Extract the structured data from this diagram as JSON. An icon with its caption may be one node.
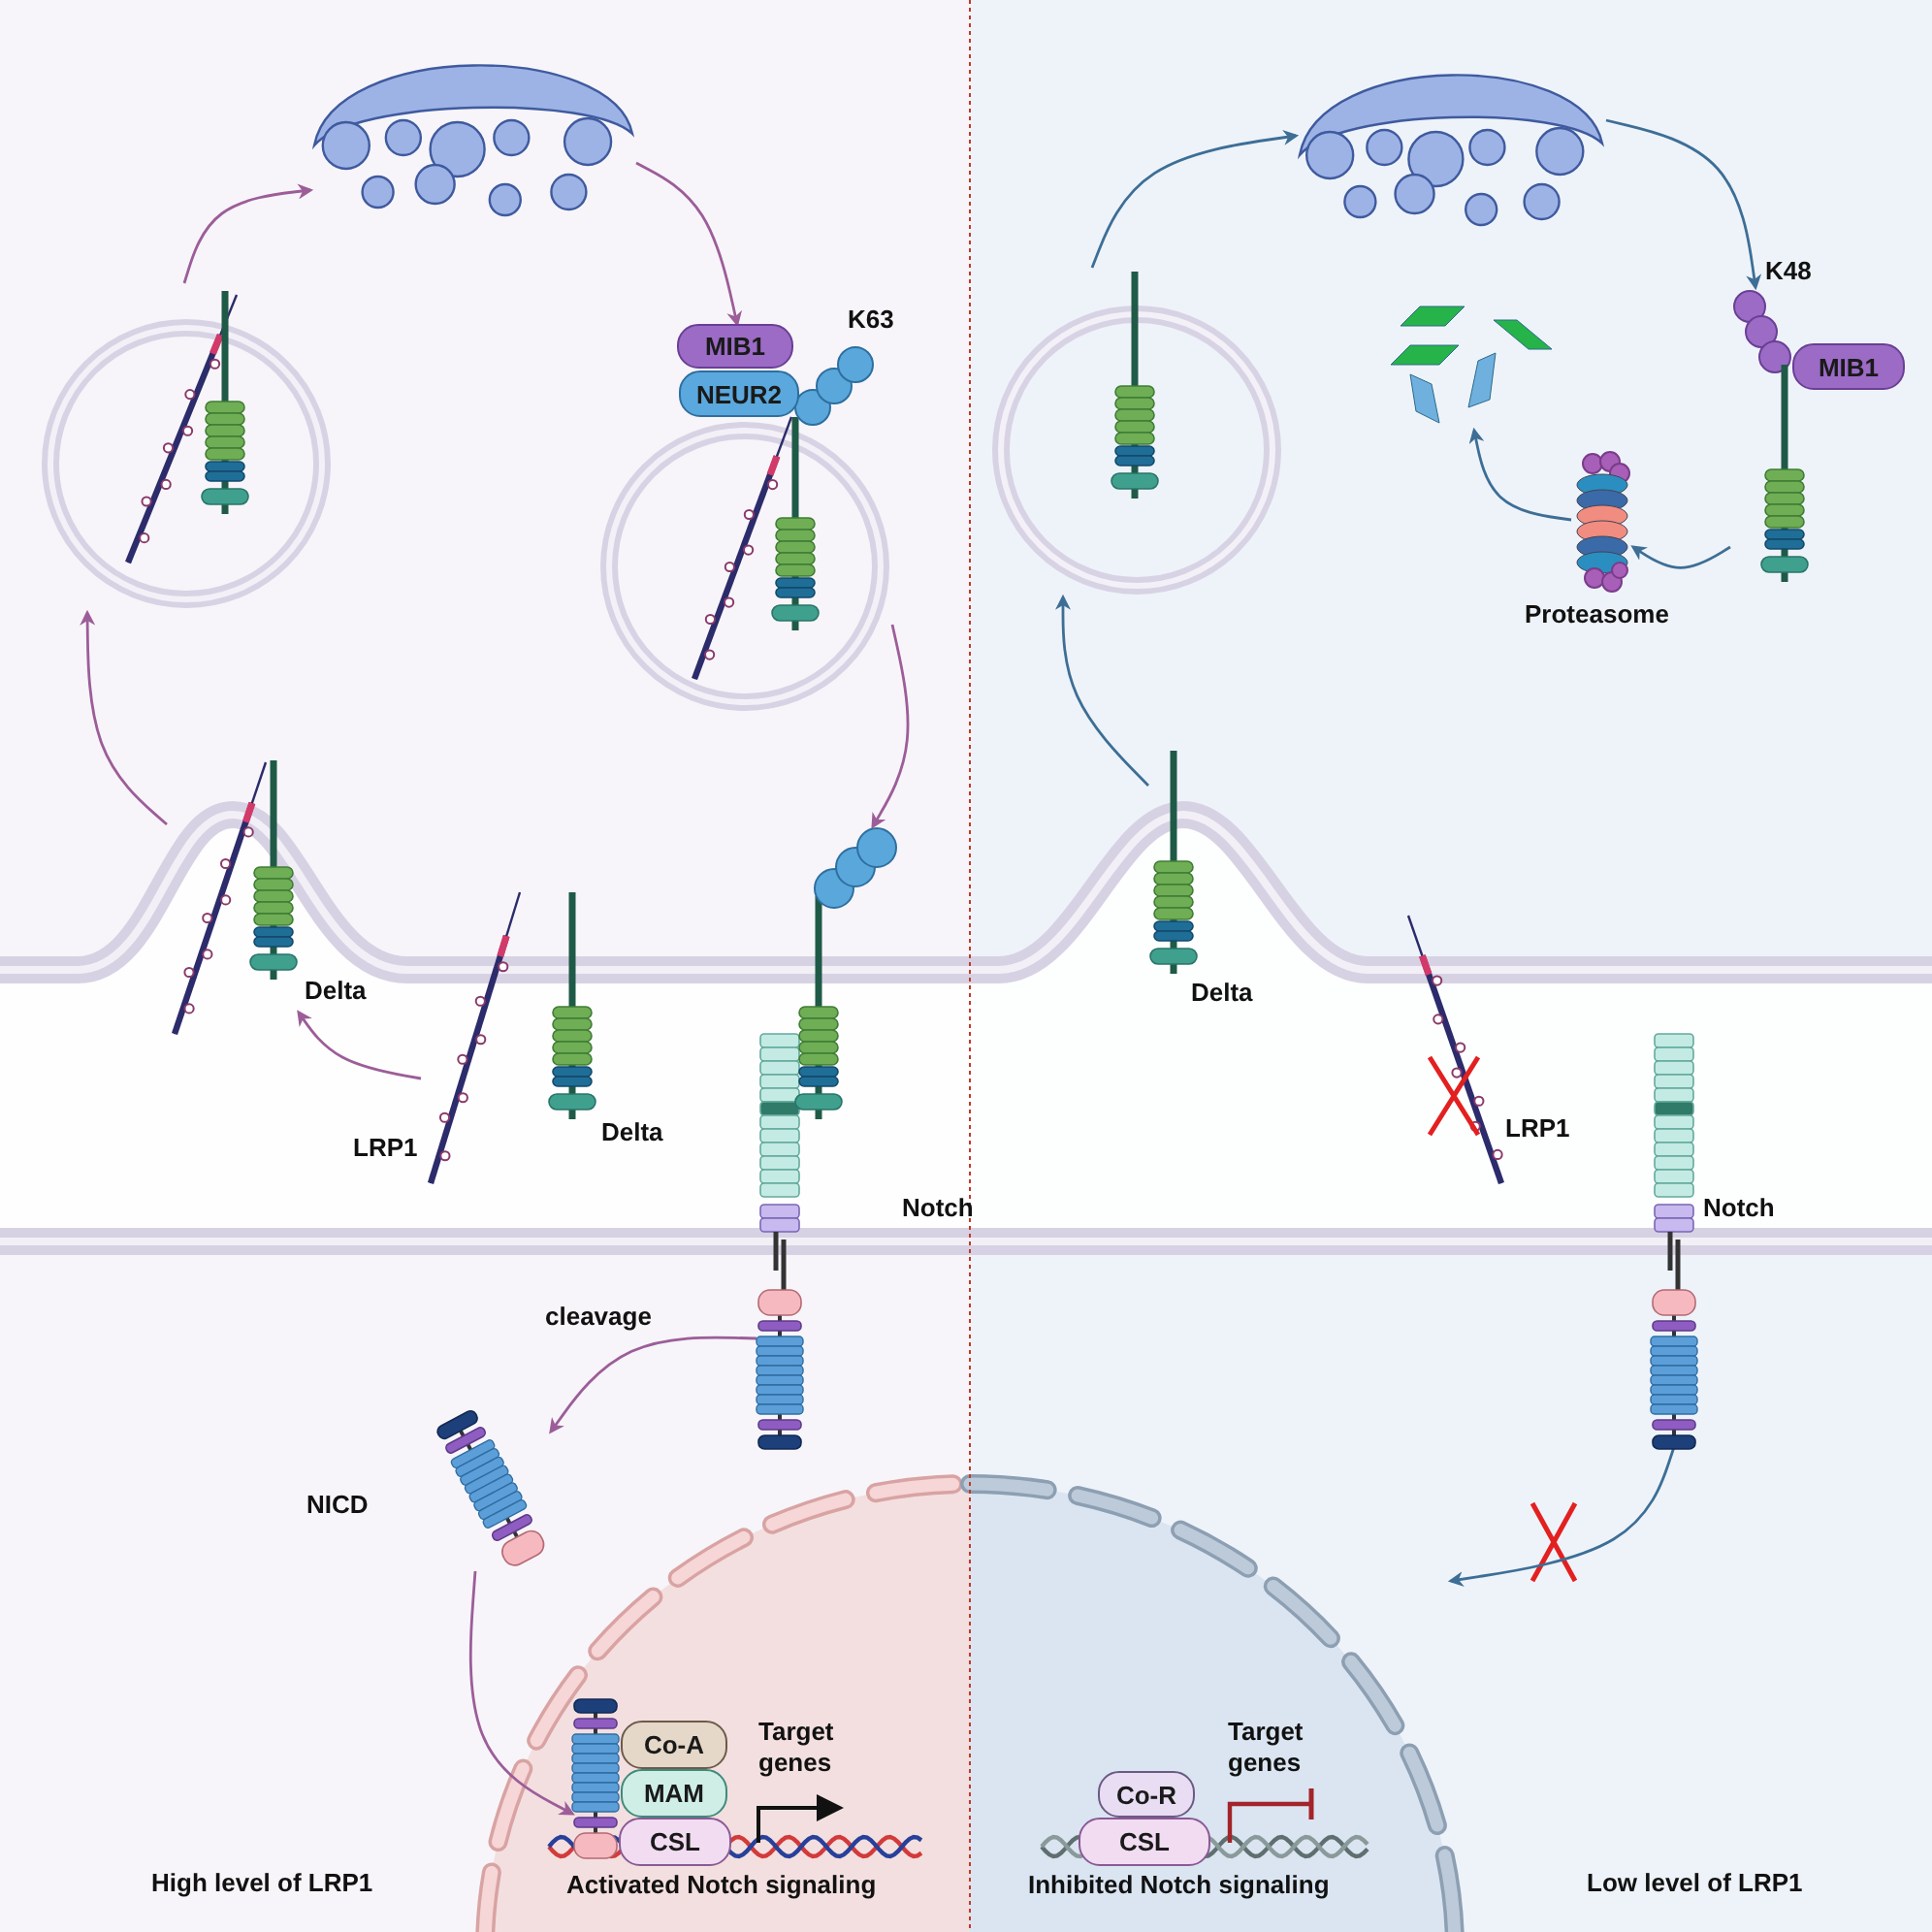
{
  "diagram": {
    "nodes": [
      {
        "text": [],
        "shape": "picture"
      },
      {
        "text": [],
        "shape": "picture"
      },
      {
        "text": [],
        "shape": "picture",
        "beside": [
          "K63"
        ]
      },
      {
        "text": [
          "MIB1"
        ]
      },
      {
        "text": [
          "NEUR2"
        ]
      },
      {
        "text": [],
        "shape": "picture",
        "beside": [
          "Delta"
        ]
      },
      {
        "text": [],
        "shape": "picture",
        "beside": [
          "LRP1",
          "Delta"
        ]
      },
      {
        "text": [],
        "shape": "picture",
        "beside": [
          "Notch"
        ]
      },
      {
        "text": [],
        "shape": "picture",
        "beside": [
          "NICD"
        ]
      },
      {
        "text": [],
        "shape": "picture"
      },
      {
        "text": [
          "Co-A"
        ]
      },
      {
        "text": [
          "MAM"
        ]
      },
      {
        "text": [
          "CSL"
        ]
      },
      {
        "text": [],
        "shape": "picture"
      },
      {
        "text": [],
        "shape": "picture"
      },
      {
        "text": [],
        "shape": "picture",
        "beside": [
          "K48"
        ]
      },
      {
        "text": [
          "MIB1"
        ]
      },
      {
        "text": [],
        "shape": "picture"
      },
      {
        "text": [],
        "shape": "picture",
        "beside": [
          "Proteasome"
        ]
      },
      {
        "text": [],
        "shape": "picture",
        "beside": [
          "Delta"
        ]
      },
      {
        "text": [],
        "shape": "picture",
        "beside": [
          "LRP1"
        ]
      },
      {
        "text": [],
        "shape": "picture",
        "beside": [
          "Notch"
        ]
      },
      {
        "text": [
          "Co-R"
        ]
      },
      {
        "text": [
          "CSL"
        ]
      }
    ],
    "edges": [
      {
        "from": 1,
        "to": 0,
        "arrow": "to"
      },
      {
        "from": 0,
        "to": 3,
        "arrow": "to"
      },
      {
        "from": 2,
        "to": 7,
        "arrow": "to"
      },
      {
        "from": 5,
        "to": 1,
        "arrow": "to"
      },
      {
        "from": 6,
        "to": 5,
        "arrow": "to"
      },
      {
        "from": 7,
        "to": 8,
        "arrow": "to",
        "label": "cleavage"
      },
      {
        "from": 8,
        "to": 9,
        "arrow": "to"
      },
      {
        "from": 19,
        "to": 14,
        "arrow": "to",
        "color": "#3d6e96"
      },
      {
        "from": 14,
        "to": 13,
        "arrow": "to",
        "color": "#3d6e96"
      },
      {
        "from": 13,
        "to": 15,
        "arrow": "to",
        "color": "#3d6e96"
      },
      {
        "from": 15,
        "to": 18,
        "arrow": "to",
        "color": "#3d6e96"
      },
      {
        "from": 18,
        "to": 17,
        "arrow": "to",
        "color": "#3d6e96"
      },
      {
        "from": 21,
        "to": null,
        "arrow": "to",
        "color": "#3d6e96"
      }
    ],
    "labels": [
      "Target genes",
      "Target genes",
      "High level of LRP1",
      "Activated Notch signaling",
      "Inhibited Notch signaling",
      "Low level of LRP1"
    ]
  }
}
